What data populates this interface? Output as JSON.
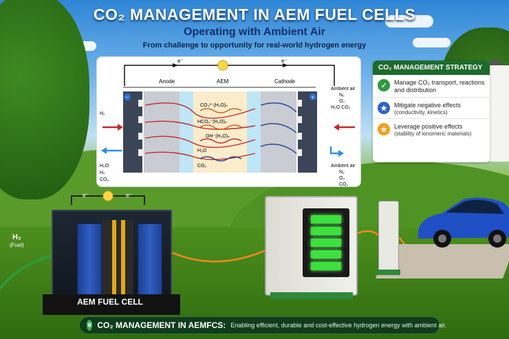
{
  "header": {
    "title": "CO₂ MANAGEMENT IN AEM FUEL CELLS",
    "subtitle": "Operating with Ambient Air",
    "tagline": "From challenge to opportunity for real-world hydrogen energy"
  },
  "diagram": {
    "electron_left": "e⁻",
    "electron_right": "e⁻",
    "anode": "Anode",
    "aem": "AEM",
    "cathode": "Cathode",
    "minus": "−",
    "plus": "+",
    "left_in": "H₂",
    "left_out": [
      "H₂O",
      "H₂",
      "CO₂"
    ],
    "ions": [
      "CO₃²⁻(H₂O)ₙ",
      "HCO₃⁻(H₂O)ₙ",
      "OH⁻(H₂O)ₙ",
      "H₂O",
      "CO₂"
    ],
    "right_in": [
      "Ambient air",
      "N₂",
      "O₂",
      "H₂O CO₂"
    ],
    "right_out": [
      "Ambient air",
      "N₂",
      "O₂",
      "CO₂"
    ]
  },
  "strategy": {
    "title": "CO₂  MANAGEMENT STRATEGY",
    "items": [
      {
        "icon": "check-icon",
        "color": "#2f9a3e",
        "text": "Manage CO₂ transport, reactions and distribution",
        "sub": ""
      },
      {
        "icon": "shield-icon",
        "color": "#2d63c7",
        "text": "Mitigate negative effects",
        "sub": "(conductivity, kinetics)"
      },
      {
        "icon": "shield-star-icon",
        "color": "#f0a020",
        "text": "Leverage positive effects",
        "sub": "(stability of ionomeric materials)"
      }
    ]
  },
  "scene": {
    "electron_left": "e⁻",
    "electron_right": "e⁻",
    "h2_label": "H₂",
    "h2_sub": "(Fuel)",
    "fuel_cell_label": "AEM FUEL CELL"
  },
  "footer": {
    "title": "CO₂ MANAGEMENT IN AEMFCS:",
    "text": "Enabling efficient, durable and cost-effective hydrogen energy with ambient air."
  },
  "colors": {
    "accent_green": "#1e6b2c",
    "hydroxide_red": "#c0282a",
    "co2_blue": "#1e3f90",
    "membrane_cream": "#fbeccb"
  }
}
